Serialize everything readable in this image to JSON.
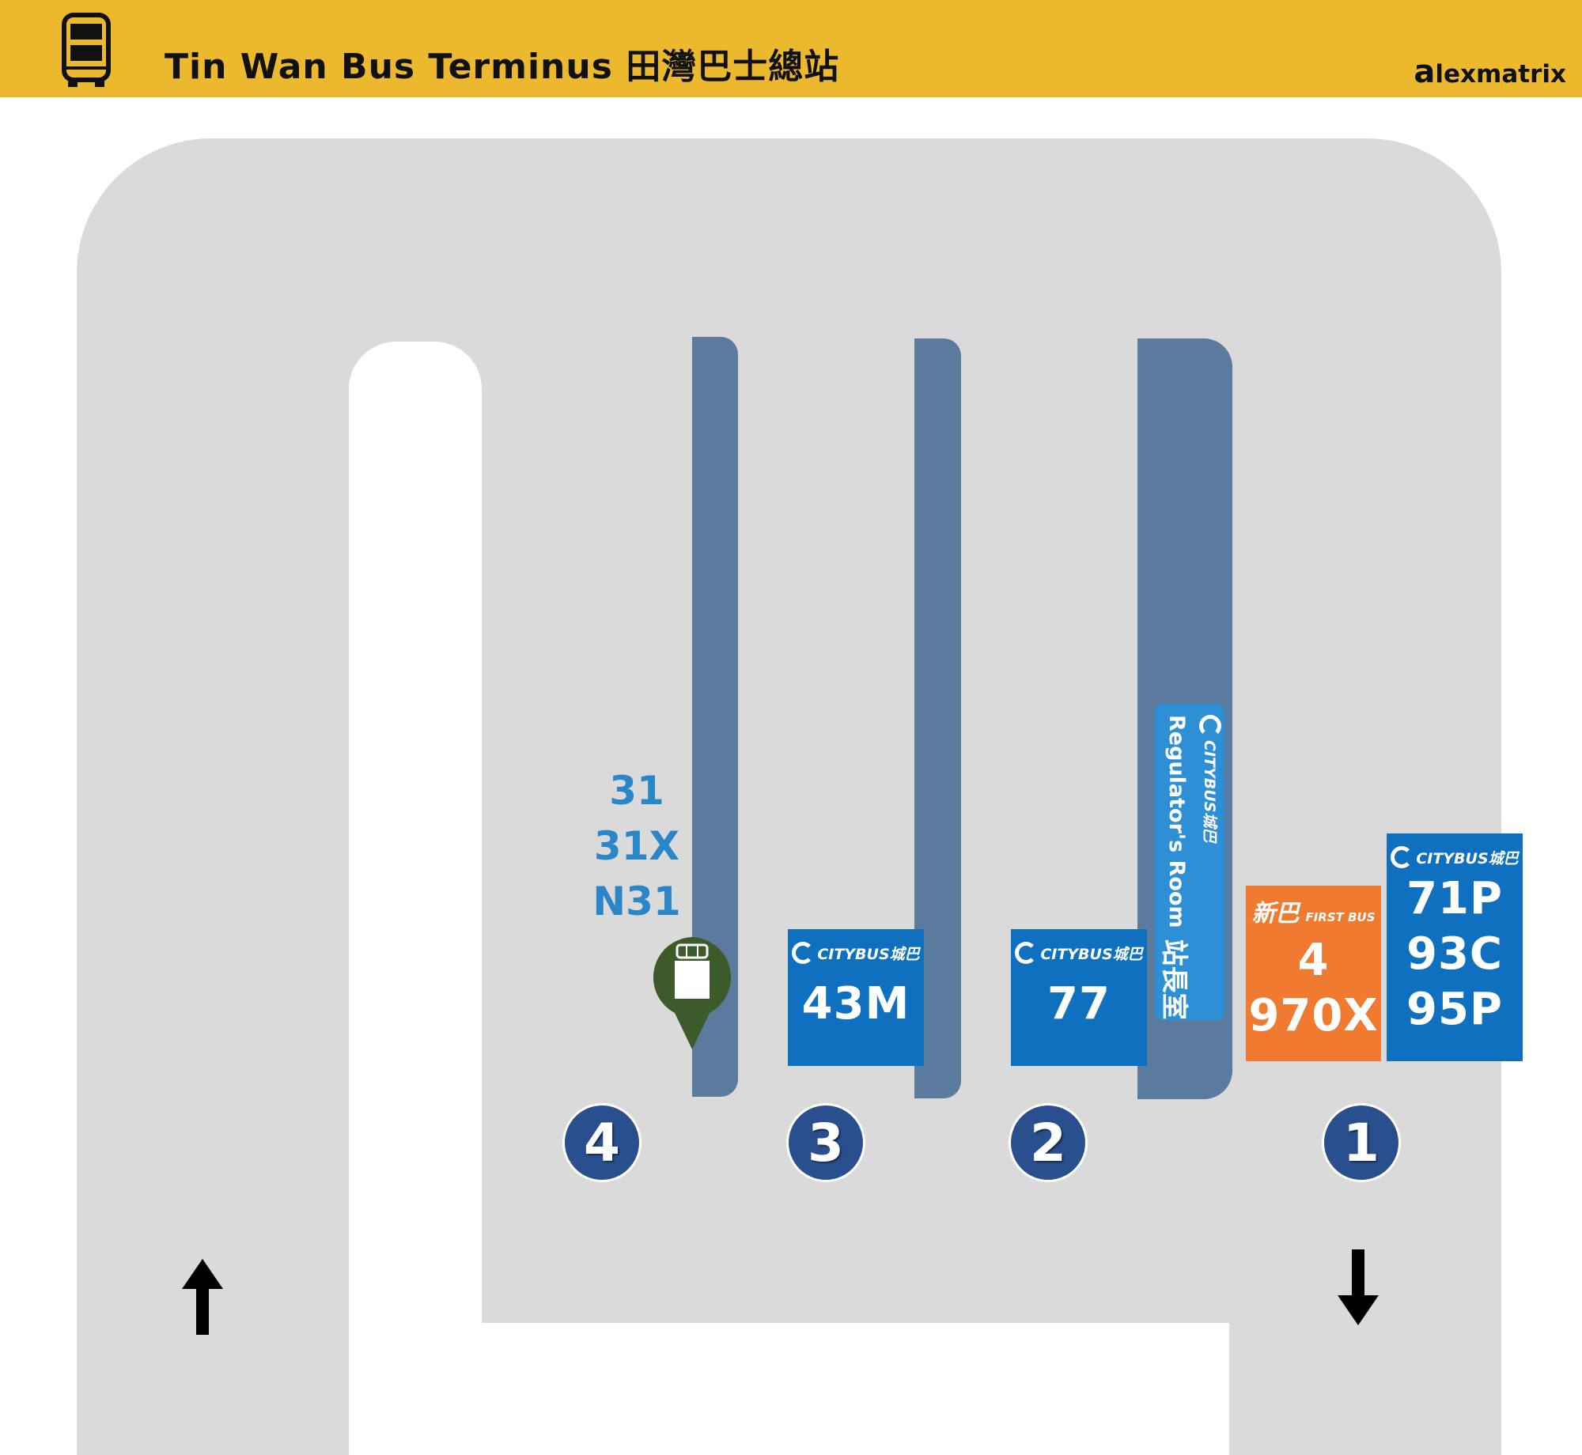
{
  "header": {
    "title": "Tin Wan Bus Terminus   田灣巴士總站",
    "brand_initial": "a",
    "brand_rest": "lexmatrix",
    "icon": "double-decker-bus-icon",
    "background_color": "#ecb92e"
  },
  "colors": {
    "road": "#dadada",
    "platform_island": "#5a7a9e",
    "citybus_blue": "#0f70c0",
    "firstbus_orange": "#f07b30",
    "stop_circle": "#2a4f8f",
    "minibus_green": "#3d5a2a",
    "side_route_text": "#2b86c8"
  },
  "stops": [
    {
      "number": "4"
    },
    {
      "number": "3"
    },
    {
      "number": "2"
    },
    {
      "number": "1"
    }
  ],
  "stop4": {
    "routes": [
      "31",
      "31X",
      "N31"
    ],
    "marker_icon": "green-minibus-pin-icon"
  },
  "stop3": {
    "operator": "CITYBUS城巴",
    "routes": [
      "43M"
    ]
  },
  "stop2": {
    "operator": "CITYBUS城巴",
    "routes": [
      "77"
    ]
  },
  "stop1": {
    "first_bus": {
      "operator_cn": "新巴",
      "operator_en": "FIRST BUS",
      "routes": [
        "4",
        "970X"
      ]
    },
    "citybus": {
      "operator": "CITYBUS城巴",
      "routes": [
        "71P",
        "93C",
        "95P"
      ]
    }
  },
  "regulator": {
    "operator": "CITYBUS城巴",
    "label_cn": "站長室",
    "label_en": "Regulator's Room"
  },
  "arrows": {
    "entrance": "up-arrow-icon",
    "exit": "down-arrow-icon"
  }
}
